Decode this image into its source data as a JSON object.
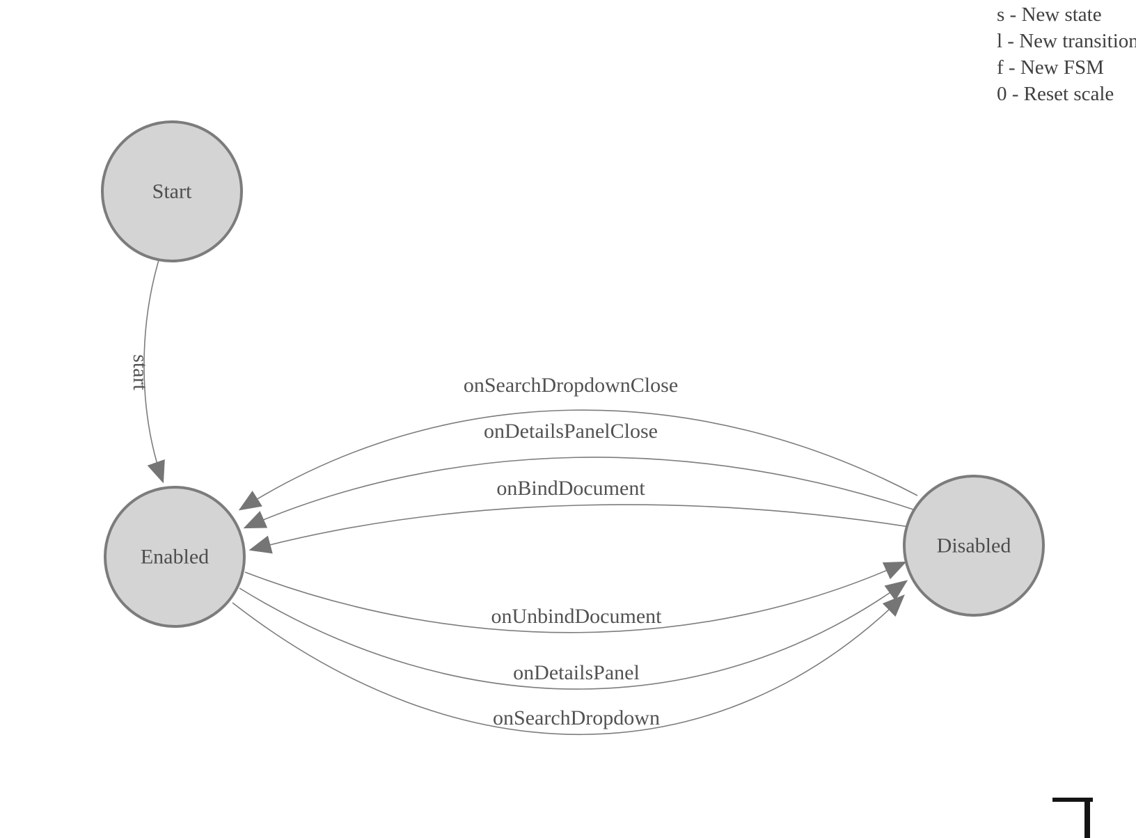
{
  "diagram": {
    "type": "finite-state-machine",
    "nodes": [
      {
        "id": "start-node",
        "label": "Start"
      },
      {
        "id": "enabled-node",
        "label": "Enabled"
      },
      {
        "id": "disabled-node",
        "label": "Disabled"
      }
    ],
    "edges": [
      {
        "from": "Start",
        "to": "Enabled",
        "label": "start"
      },
      {
        "from": "Disabled",
        "to": "Enabled",
        "label": "onSearchDropdownClose"
      },
      {
        "from": "Disabled",
        "to": "Enabled",
        "label": "onDetailsPanelClose"
      },
      {
        "from": "Disabled",
        "to": "Enabled",
        "label": "onBindDocument"
      },
      {
        "from": "Enabled",
        "to": "Disabled",
        "label": "onUnbindDocument"
      },
      {
        "from": "Enabled",
        "to": "Disabled",
        "label": "onDetailsPanel"
      },
      {
        "from": "Enabled",
        "to": "Disabled",
        "label": "onSearchDropdown"
      }
    ]
  },
  "legend": {
    "items": [
      "s - New state",
      "l - New transition",
      "f - New FSM",
      "0 - Reset scale"
    ]
  },
  "colors": {
    "node_fill": "#d4d4d4",
    "node_stroke": "#7c7c7c",
    "edge_stroke": "#7c7c7c",
    "text": "#4d4d4d"
  }
}
